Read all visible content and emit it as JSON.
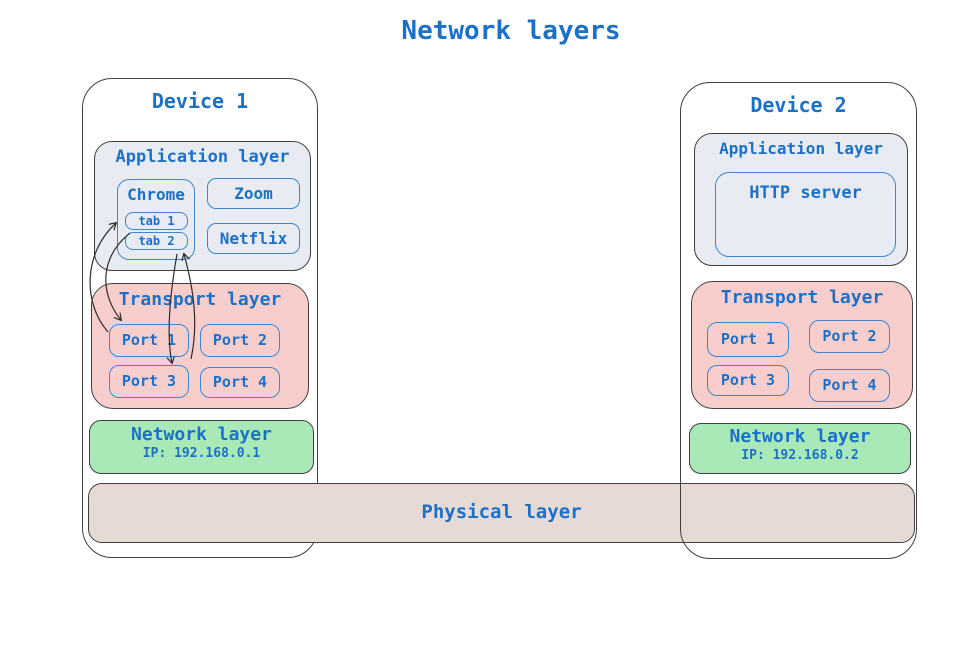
{
  "title": "Network layers",
  "colors": {
    "accent_blue_text": "#1b70c8",
    "blue_box_border": "#3d87cf",
    "application_fill": "#e8ebf1",
    "transport_fill": "#f8cecc",
    "network_fill": "#a9e9b8",
    "physical_fill": "#e7dad4",
    "outline_dark": "#404040"
  },
  "device1": {
    "title": "Device 1",
    "application": {
      "title": "Application layer",
      "chrome": {
        "label": "Chrome",
        "tabs": [
          "tab 1",
          "tab 2"
        ]
      },
      "apps": [
        "Zoom",
        "Netflix"
      ]
    },
    "transport": {
      "title": "Transport layer",
      "ports": [
        "Port 1",
        "Port 2",
        "Port 3",
        "Port 4"
      ]
    },
    "network": {
      "title": "Network layer",
      "ip": "IP: 192.168.0.1"
    }
  },
  "device2": {
    "title": "Device 2",
    "application": {
      "title": "Application layer",
      "server": "HTTP server"
    },
    "transport": {
      "title": "Transport layer",
      "ports": [
        "Port 1",
        "Port 2",
        "Port 3",
        "Port 4"
      ]
    },
    "network": {
      "title": "Network layer",
      "ip": "IP: 192.168.0.2"
    }
  },
  "physical": {
    "title": "Physical layer"
  },
  "connections": [
    {
      "from": "Port 1",
      "to": "tab 1",
      "bidirectional": true
    },
    {
      "from": "Port 3",
      "to": "tab 2",
      "bidirectional": true
    }
  ]
}
